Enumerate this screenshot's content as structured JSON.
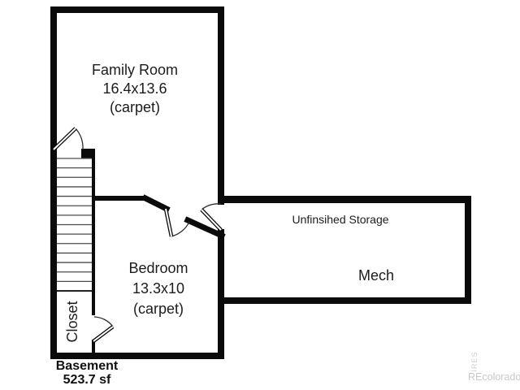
{
  "floor_plan": {
    "rooms": {
      "family_room": {
        "name": "Family Room",
        "dims": "16.4x13.6",
        "floor": "(carpet)"
      },
      "bedroom": {
        "name": "Bedroom",
        "dims": "13.3x10",
        "floor": "(carpet)"
      },
      "storage": {
        "name": "Unfinsihed Storage"
      },
      "mech": {
        "name": "Mech"
      },
      "closet": {
        "name": "Closet"
      }
    },
    "summary": {
      "level": "Basement",
      "area": "523.7 sf"
    },
    "stairs": {
      "treads": 15
    },
    "colors": {
      "wall": "#0b0b0b",
      "tread": "#4d4d4d",
      "door_arc": "#2e2e2e",
      "text": "#1c1c1c",
      "watermark": "#c9c9c9"
    }
  },
  "watermark": {
    "logo": "IRES",
    "brand": "REcolorado"
  }
}
